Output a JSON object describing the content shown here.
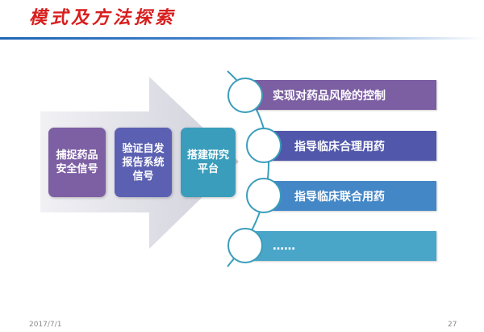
{
  "title": "模式及方法探索",
  "left_boxes": [
    {
      "label": "捕捉药品安全信号",
      "color": "#7d5fa3"
    },
    {
      "label": "验证自发报告系统信号",
      "color": "#5b60b2"
    },
    {
      "label": "搭建研究平台",
      "color": "#3a9dbb"
    }
  ],
  "right_items": [
    {
      "label": "实现对药品风险的控制",
      "color": "#7c5ea2"
    },
    {
      "label": "指导临床合理用药",
      "color": "#5158ab"
    },
    {
      "label": "指导临床联合用药",
      "color": "#4487c7"
    },
    {
      "label": "……",
      "color": "#4aa6c9"
    }
  ],
  "footer": {
    "date": "2017/7/1",
    "page": "27"
  }
}
